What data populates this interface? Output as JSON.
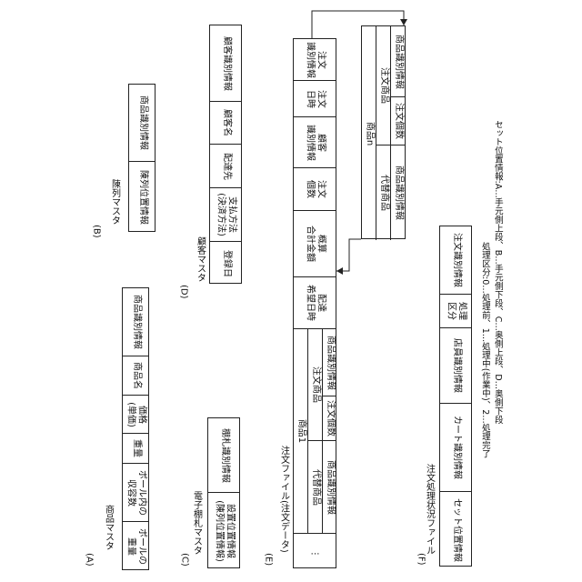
{
  "sections": {
    "A": {
      "letter": "(A)",
      "title": "商品マスタ",
      "fields": [
        "商品識別情報",
        "商品名",
        "価格\n(単価)",
        "重量",
        "ボール内の\n収容数",
        "ボールの\n重量"
      ]
    },
    "B": {
      "letter": "(B)",
      "title": "陳列マスタ",
      "fields": [
        "商品識別情報",
        "陳列位置情報"
      ]
    },
    "C": {
      "letter": "(C)",
      "title": "電子棚札マスタ",
      "fields": [
        "棚札識別情報",
        "設置位置情報\n(陳列位置情報)"
      ]
    },
    "D": {
      "letter": "(D)",
      "title": "顧客マスタ",
      "fields": [
        "顧客識別情報",
        "顧客名",
        "配達先",
        "支払方法\n(決済方法)",
        "登録日"
      ]
    },
    "E": {
      "letter": "(E)",
      "title": "注文ファイル(注文データ)",
      "fields": [
        "注文\n識別情報",
        "注文\n日時",
        "顧客\n識別情報",
        "注文\n個数",
        "概算\n合計金額",
        "配達\n希望日時"
      ],
      "item1": {
        "header": "商品1",
        "ordered": "注文商品",
        "substitute": "代替商品",
        "ordered_id": "商品識別情報",
        "ordered_qty": "注文個数",
        "substitute_id": "商品識別情報"
      },
      "ellipsis": "…",
      "itemN": {
        "header": "商品n",
        "ordered": "注文商品",
        "substitute": "代替商品",
        "ordered_id": "商品識別情報",
        "ordered_qty": "注文個数",
        "substitute_id": "商品識別情報"
      }
    },
    "F": {
      "letter": "(F)",
      "title": "注文処理状況ファイル",
      "fields": [
        "注文識別情報",
        "処理\n区分",
        "店員識別情報",
        "カート識別情報",
        "セット位置情報"
      ],
      "notes": [
        "処理区分:0…処理前、1…処理中(作業中)、2…処理完了",
        "セット位置情報:A…手元側上段、B…手元側下段、C…奥側上段、D…奥側下段"
      ]
    }
  }
}
